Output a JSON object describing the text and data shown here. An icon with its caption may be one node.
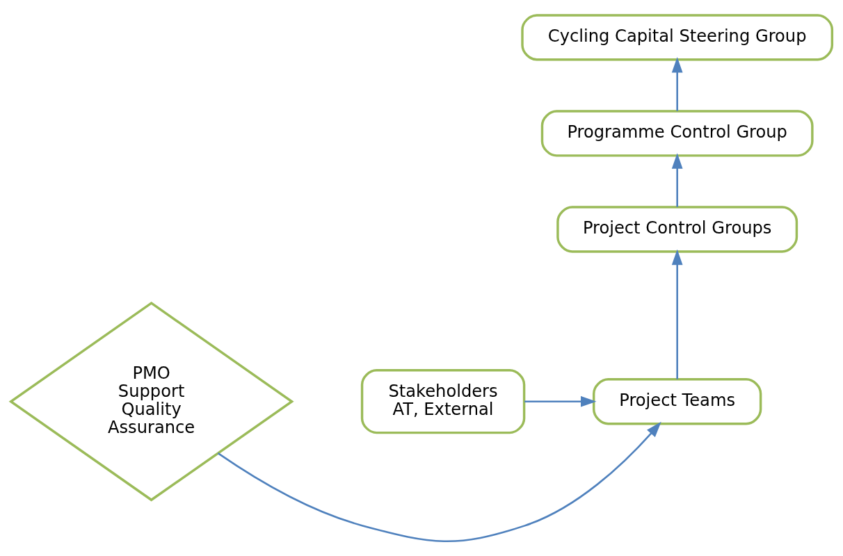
{
  "diagram": {
    "nodes": [
      {
        "text": [
          "Cycling Capital Steering Group"
        ]
      },
      {
        "text": [
          "Programme Control Group"
        ]
      },
      {
        "text": [
          "Project Control Groups"
        ]
      },
      {
        "text": [
          "Project Teams"
        ]
      },
      {
        "text": [
          "PMO Support Quality Assurance"
        ]
      },
      {
        "text": [
          "Stakeholders AT, External"
        ]
      }
    ],
    "edges": [
      {
        "from": 1,
        "to": 0,
        "arrow": "to"
      },
      {
        "from": 2,
        "to": 1,
        "arrow": "to"
      },
      {
        "from": 3,
        "to": 2,
        "arrow": "to"
      },
      {
        "from": 4,
        "to": 3,
        "arrow": "to"
      },
      {
        "from": 5,
        "to": 3,
        "arrow": "to"
      }
    ]
  }
}
